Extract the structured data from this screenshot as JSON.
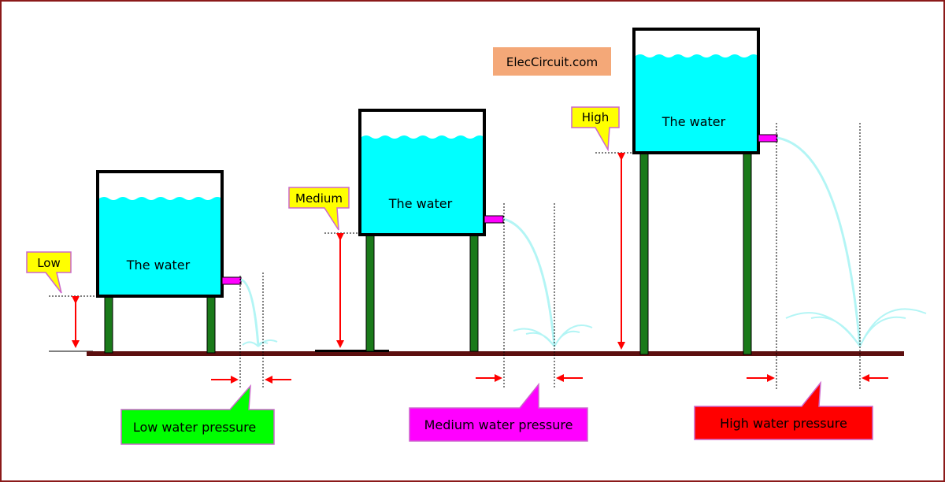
{
  "watermark": "ElecCircuit.com",
  "tanks": [
    {
      "id": "low",
      "water_label": "The water",
      "height_label": "Low",
      "pressure_label": "Low water pressure"
    },
    {
      "id": "medium",
      "water_label": "The water",
      "height_label": "Medium",
      "pressure_label": "Medium water pressure"
    },
    {
      "id": "high",
      "water_label": "The water",
      "height_label": "High",
      "pressure_label": "High water pressure"
    }
  ],
  "colors": {
    "border": "#8b1a1a",
    "ground": "#5c0f0f",
    "water": "#00ffff",
    "tank_outline": "#000000",
    "leg": "#1a7a1a",
    "pipe": "#ff00ff",
    "jet": "#b3f5f5",
    "arrow": "#ff0000",
    "height_tag": "#ffff00",
    "watermark_bg": "#f4a878",
    "low_box": "#00ff00",
    "medium_box": "#ff00ff",
    "high_box": "#ff0000"
  }
}
